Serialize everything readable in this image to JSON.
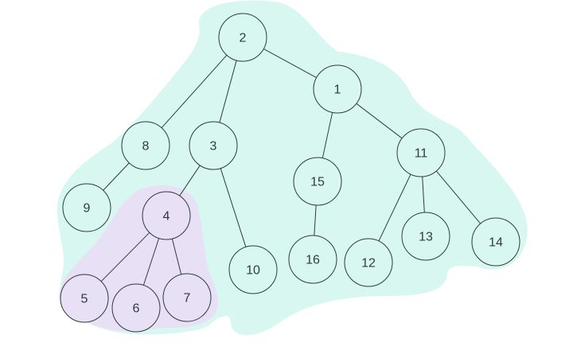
{
  "colors": {
    "background": "#ffffff",
    "main_region_fill": "#d9f7f1",
    "sub_region_fill": "#e8e0f5",
    "main_node_fill": "#d9f7f1",
    "sub_node_fill": "#e8e0f5",
    "stroke": "#2f3b3f",
    "label": "#2f3b3f"
  },
  "regions": [
    {
      "id": "main",
      "fill_key": "main_region_fill"
    },
    {
      "id": "sub",
      "fill_key": "sub_region_fill"
    }
  ],
  "nodes": [
    {
      "id": "2",
      "label": "2",
      "group": "main"
    },
    {
      "id": "1",
      "label": "1",
      "group": "main"
    },
    {
      "id": "8",
      "label": "8",
      "group": "main"
    },
    {
      "id": "3",
      "label": "3",
      "group": "main"
    },
    {
      "id": "15",
      "label": "15",
      "group": "main"
    },
    {
      "id": "11",
      "label": "11",
      "group": "main"
    },
    {
      "id": "9",
      "label": "9",
      "group": "main"
    },
    {
      "id": "4",
      "label": "4",
      "group": "sub"
    },
    {
      "id": "13",
      "label": "13",
      "group": "main"
    },
    {
      "id": "14",
      "label": "14",
      "group": "main"
    },
    {
      "id": "10",
      "label": "10",
      "group": "main"
    },
    {
      "id": "16",
      "label": "16",
      "group": "main"
    },
    {
      "id": "12",
      "label": "12",
      "group": "main"
    },
    {
      "id": "5",
      "label": "5",
      "group": "sub"
    },
    {
      "id": "6",
      "label": "6",
      "group": "sub"
    },
    {
      "id": "7",
      "label": "7",
      "group": "sub"
    }
  ],
  "edges": [
    [
      "2",
      "8"
    ],
    [
      "2",
      "3"
    ],
    [
      "2",
      "1"
    ],
    [
      "1",
      "15"
    ],
    [
      "1",
      "11"
    ],
    [
      "8",
      "9"
    ],
    [
      "3",
      "4"
    ],
    [
      "3",
      "10"
    ],
    [
      "15",
      "16"
    ],
    [
      "11",
      "12"
    ],
    [
      "11",
      "13"
    ],
    [
      "11",
      "14"
    ],
    [
      "4",
      "5"
    ],
    [
      "4",
      "6"
    ],
    [
      "4",
      "7"
    ]
  ]
}
